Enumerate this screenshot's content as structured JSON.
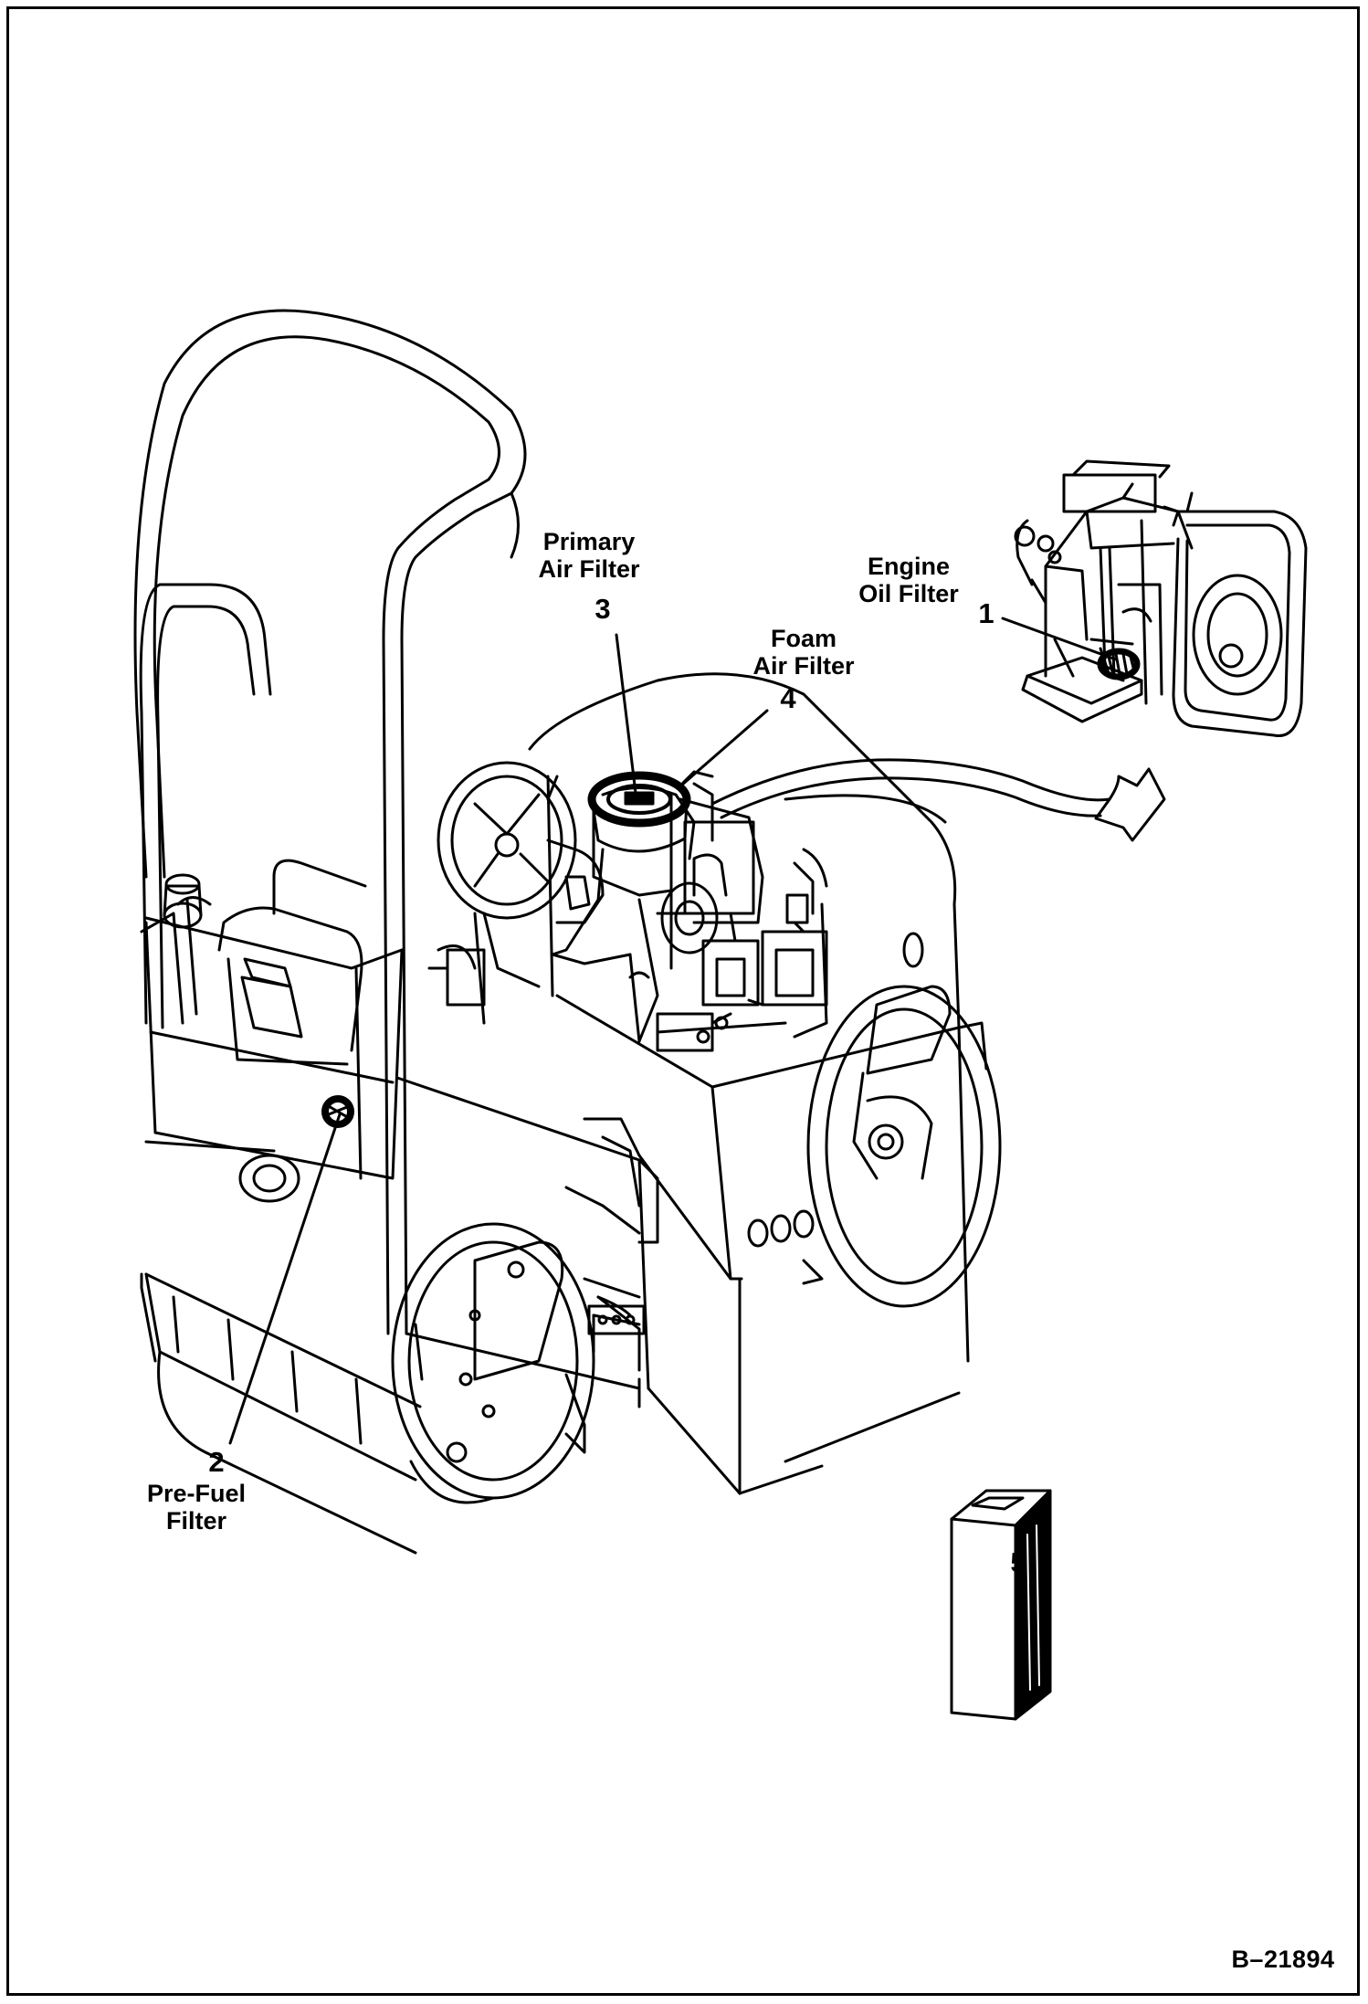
{
  "callouts": [
    {
      "number": "1",
      "name": "Engine\nOil Filter"
    },
    {
      "number": "2",
      "name": "Pre-Fuel\nFilter"
    },
    {
      "number": "3",
      "name": "Primary\nAir Filter"
    },
    {
      "number": "4",
      "name": "Foam\nAir Filter"
    },
    {
      "number": "5",
      "name": ""
    }
  ],
  "reference_code": "B–21894"
}
